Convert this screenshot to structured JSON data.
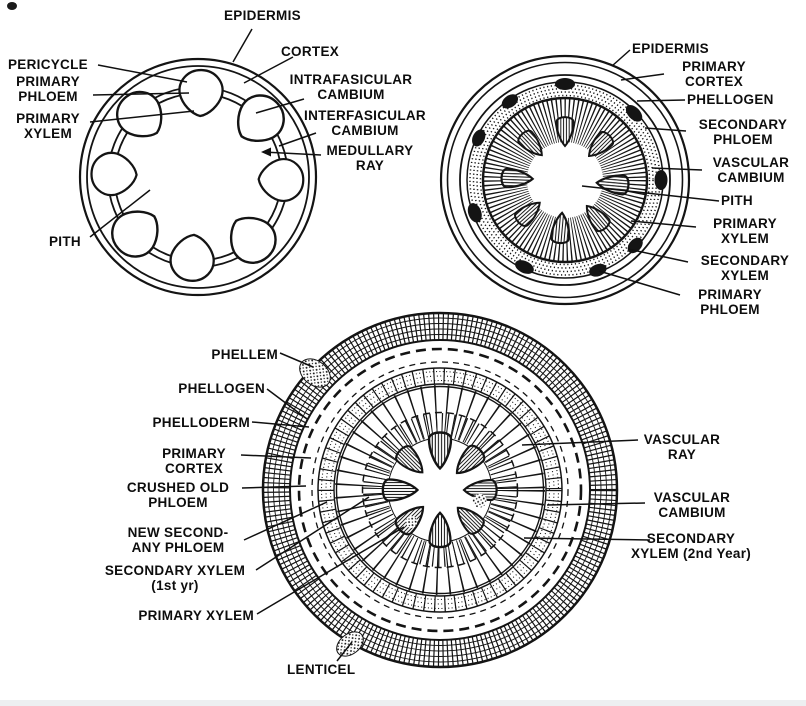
{
  "figure": {
    "name": "stem-secondary-growth-cross-sections",
    "ink": "#141414",
    "background": "#ffffff",
    "diagrams": [
      {
        "name": "primary-stem-cross-section",
        "labels": [
          {
            "id": "epidermis",
            "text": "EPIDERMIS"
          },
          {
            "id": "cortex",
            "text": "CORTEX"
          },
          {
            "id": "pericycle",
            "text": "PERICYCLE"
          },
          {
            "id": "primary-phloem",
            "text": "PRIMARY\nPHLOEM"
          },
          {
            "id": "primary-xylem",
            "text": "PRIMARY\nXYLEM"
          },
          {
            "id": "pith",
            "text": "PITH"
          },
          {
            "id": "intrafasicular-cambium",
            "text": "INTRAFASICULAR\nCAMBIUM"
          },
          {
            "id": "interfasicular-cambium",
            "text": "INTERFASICULAR\nCAMBIUM"
          },
          {
            "id": "medullary-ray",
            "text": "MEDULLARY\nRAY"
          }
        ]
      },
      {
        "name": "one-year-stem-cross-section",
        "labels": [
          {
            "id": "epidermis",
            "text": "EPIDERMIS"
          },
          {
            "id": "primary-cortex",
            "text": "PRIMARY\nCORTEX"
          },
          {
            "id": "phellogen",
            "text": "PHELLOGEN"
          },
          {
            "id": "secondary-phloem",
            "text": "SECONDARY\nPHLOEM"
          },
          {
            "id": "vascular-cambium",
            "text": "VASCULAR\nCAMBIUM"
          },
          {
            "id": "pith",
            "text": "PITH"
          },
          {
            "id": "primary-xylem",
            "text": "PRIMARY\nXYLEM"
          },
          {
            "id": "secondary-xylem",
            "text": "SECONDARY\nXYLEM"
          },
          {
            "id": "primary-phloem",
            "text": "PRIMARY\nPHLOEM"
          }
        ]
      },
      {
        "name": "two-year-stem-cross-section",
        "labels": [
          {
            "id": "phellem",
            "text": "PHELLEM"
          },
          {
            "id": "phellogen",
            "text": "PHELLOGEN"
          },
          {
            "id": "phelloderm",
            "text": "PHELLODERM"
          },
          {
            "id": "primary-cortex",
            "text": "PRIMARY\nCORTEX"
          },
          {
            "id": "crushed-old-phloem",
            "text": "CRUSHED OLD\nPHLOEM"
          },
          {
            "id": "new-secondary-phloem",
            "text": "NEW SECOND-\nANY PHLOEM"
          },
          {
            "id": "secondary-xylem-1st",
            "text": "SECONDARY XYLEM\n(1st yr)"
          },
          {
            "id": "primary-xylem",
            "text": "PRIMARY XYLEM"
          },
          {
            "id": "lenticel",
            "text": "LENTICEL"
          },
          {
            "id": "vascular-ray",
            "text": "VASCULAR\nRAY"
          },
          {
            "id": "vascular-cambium",
            "text": "VASCULAR\nCAMBIUM"
          },
          {
            "id": "secondary-xylem-2nd",
            "text": "SECONDARY\nXYLEM  (2nd Year)"
          }
        ]
      }
    ]
  }
}
